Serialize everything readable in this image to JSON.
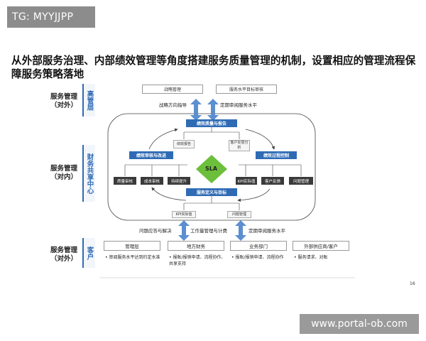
{
  "tag": "TG: MYYJJPP",
  "watermark": "www.portal-ob.com",
  "title": "从外部服务治理、内部绩效管理等角度搭建服务质量管理的机制，设置相应的管理流程保障服务策略落地",
  "page_number": "16",
  "rows": {
    "top": {
      "label_line1": "服务管理",
      "label_line2": "（对外）",
      "vertical": "高管层"
    },
    "middle": {
      "label_line1": "服务管理",
      "label_line2": "（对内）",
      "vertical": "财务共享中心"
    },
    "bottom": {
      "label_line1": "服务管理",
      "label_line2": "（对外）",
      "vertical": "客户"
    }
  },
  "top_boxes": {
    "strategy": "战略管理",
    "target": "服务水平目标审核"
  },
  "top_notes": {
    "left": "战略方向指导",
    "right": "定期审阅服务水平"
  },
  "cycle": {
    "top": "绩效质量与报告",
    "left": "绩效审核与改进",
    "right": "绩效过程控制",
    "bottom": "服务定义与目标",
    "center": "SLA",
    "top_left_sub": "绩效报告",
    "top_right_sub": "客户反馈分析",
    "left_items": [
      "质量审核",
      "成本审核",
      "持续提升"
    ],
    "right_items": [
      "KPI实际值",
      "客户反馈",
      "问题管理"
    ],
    "bottom_items": [
      "KPI实际值",
      "问题管理"
    ]
  },
  "bottom_notes": {
    "left": "问题应答与解决",
    "middle": "工作量管理与计费",
    "right": "定期审阅服务水平"
  },
  "clients": [
    {
      "head": "管理层",
      "items": [
        "审阅服务水平达到约定水准"
      ]
    },
    {
      "head": "地方财务",
      "items": [
        "报账/报销申请、流程协作、共享支持"
      ]
    },
    {
      "head": "业务部门",
      "items": [
        "报账/报销申请、流程协作"
      ]
    },
    {
      "head": "外部供应商/客户",
      "items": [
        "服务请求、对账"
      ]
    }
  ],
  "colors": {
    "blue": "#2f6bb5",
    "dark": "#3a3a3a",
    "arrow": "#5b8fd0"
  }
}
